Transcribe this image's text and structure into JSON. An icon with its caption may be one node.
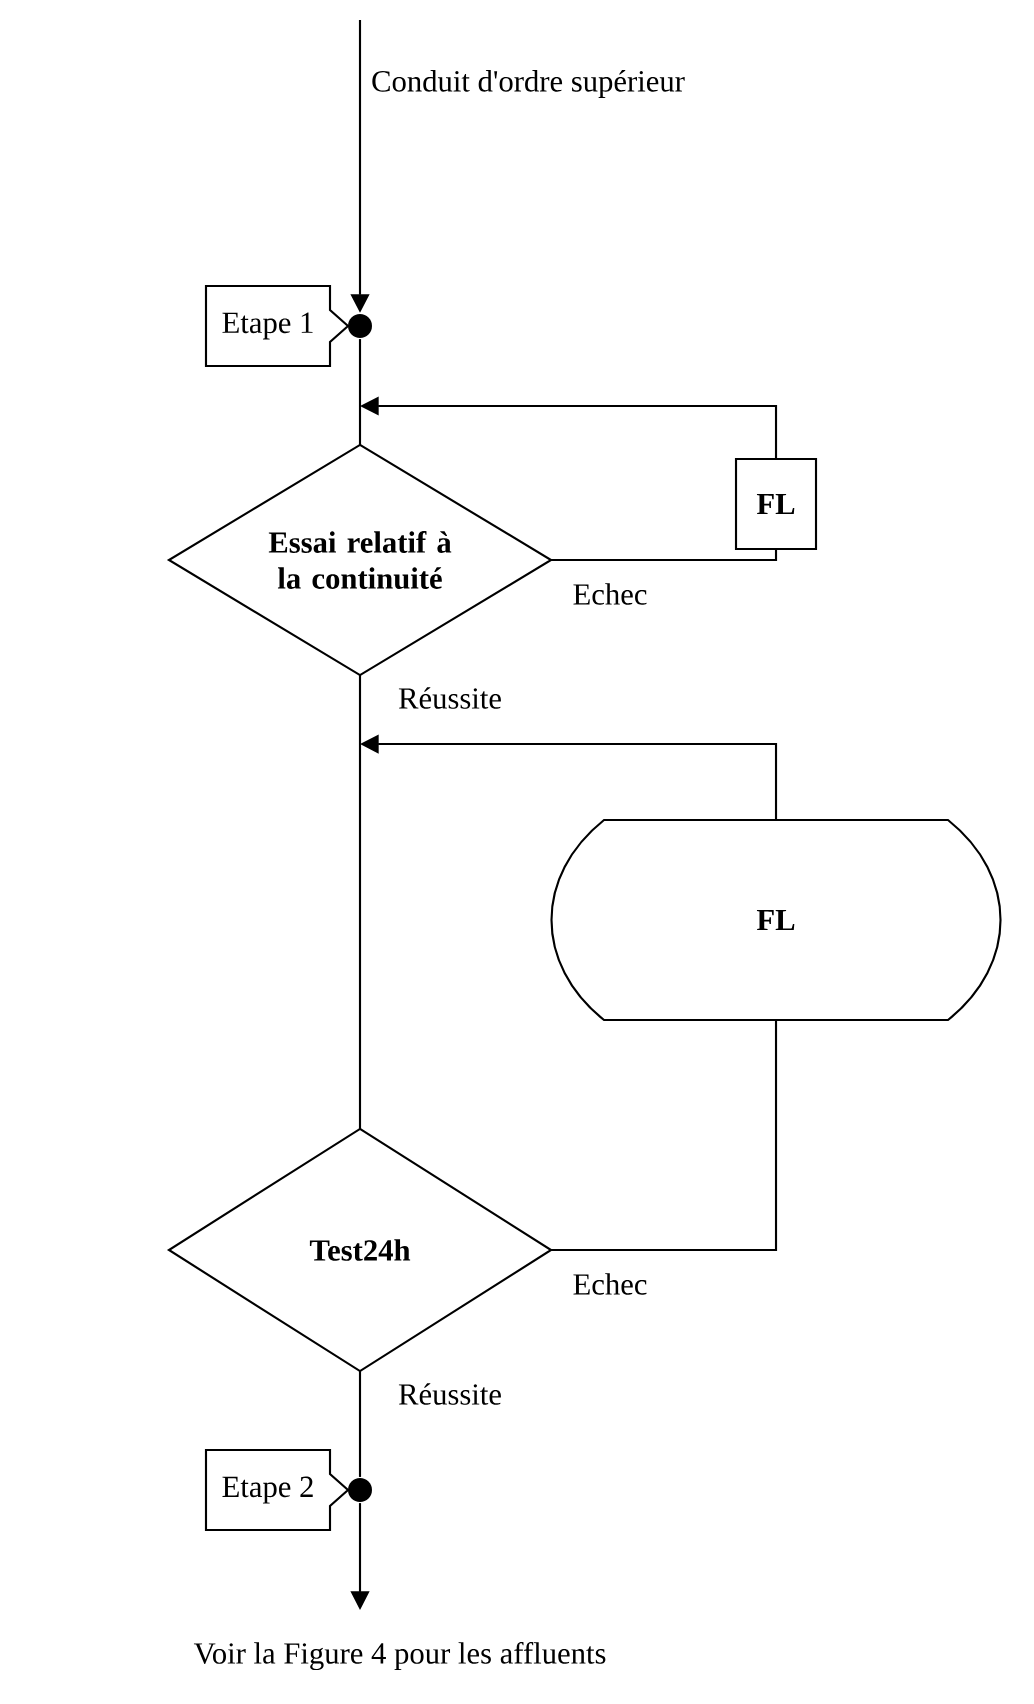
{
  "diagram": {
    "nodes": [
      {
        "text": [],
        "shape": "circle"
      },
      {
        "text": [
          "Etape 1"
        ]
      },
      {
        "text": [
          "FL"
        ]
      },
      {
        "text": [
          "Essai relatif à la continuité"
        ]
      },
      {
        "text": [
          "FL"
        ]
      },
      {
        "text": [
          "Test24h"
        ]
      },
      {
        "text": [],
        "shape": "circle"
      },
      {
        "text": [
          "Etape 2"
        ]
      }
    ],
    "edges": [
      {
        "from": null,
        "to": 0,
        "arrow": "to"
      },
      {
        "from": 0,
        "to": 3,
        "arrow": "none"
      },
      {
        "from": 2,
        "to": null,
        "arrow": "to"
      },
      {
        "from": 3,
        "to": 2,
        "arrow": "none",
        "label": "Echec"
      },
      {
        "from": 3,
        "to": 5,
        "arrow": "none",
        "label": "Réussite"
      },
      {
        "from": 4,
        "to": null,
        "arrow": "to"
      },
      {
        "from": 5,
        "to": 4,
        "arrow": "none",
        "label": "Echec"
      },
      {
        "from": 5,
        "to": 6,
        "arrow": "none",
        "label": "Réussite"
      },
      {
        "from": 6,
        "to": null,
        "arrow": "to"
      }
    ],
    "labels": [
      "Conduit d'ordre supérieur",
      "Voir la Figure 4 pour les affluents"
    ]
  }
}
